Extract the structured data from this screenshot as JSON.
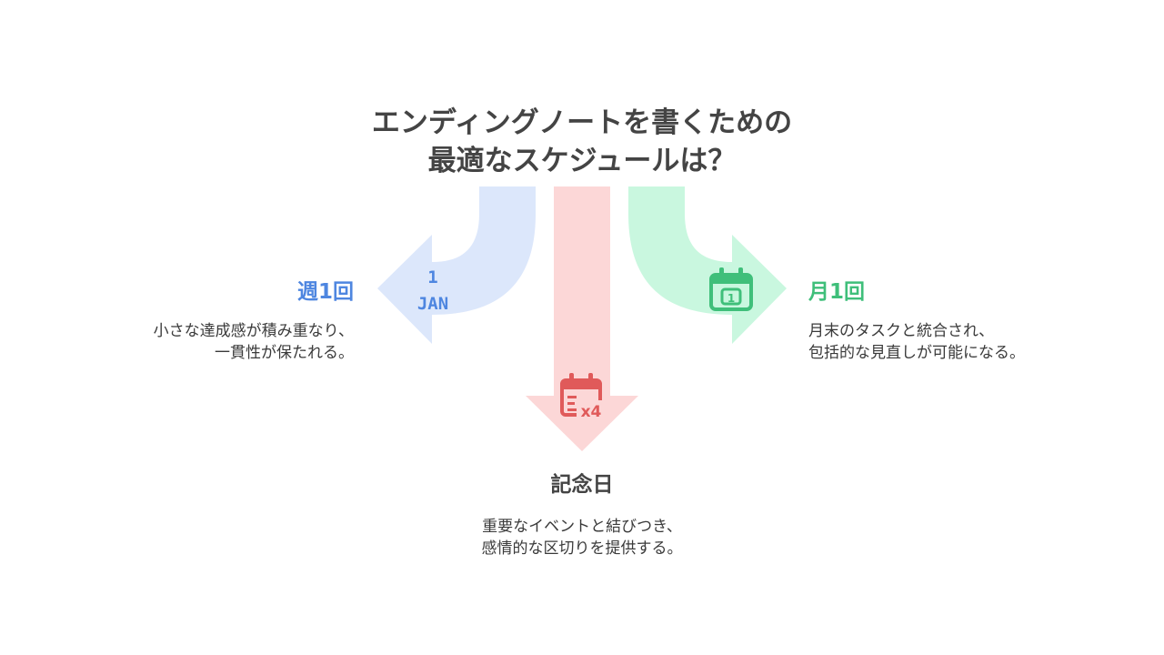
{
  "title": {
    "line1": "エンディングノートを書くための",
    "line2": "最適なスケジュールは？"
  },
  "options": [
    {
      "key": "weekly",
      "heading": "週1回",
      "desc_line1": "小さな達成感が積み重なり、",
      "desc_line2": "一貫性が保たれる。",
      "icon": "calendar-jan-1-icon",
      "icon_text_day": "1",
      "icon_text_month": "JAN",
      "color": "#4e86e0",
      "arrow_color": "#dce7fb"
    },
    {
      "key": "anniversary",
      "heading": "記念日",
      "desc_line1": "重要なイベントと結びつき、",
      "desc_line2": "感情的な区切りを提供する。",
      "icon": "calendar-x4-icon",
      "icon_text": "x4",
      "color": "#e05a5a",
      "arrow_color": "#fcd7d7"
    },
    {
      "key": "monthly",
      "heading": "月1回",
      "desc_line1": "月末のタスクと統合され、",
      "desc_line2": "包括的な見直しが可能になる。",
      "icon": "calendar-day-1-icon",
      "icon_text": "1",
      "color": "#3fbf7a",
      "arrow_color": "#c9f7df"
    }
  ]
}
